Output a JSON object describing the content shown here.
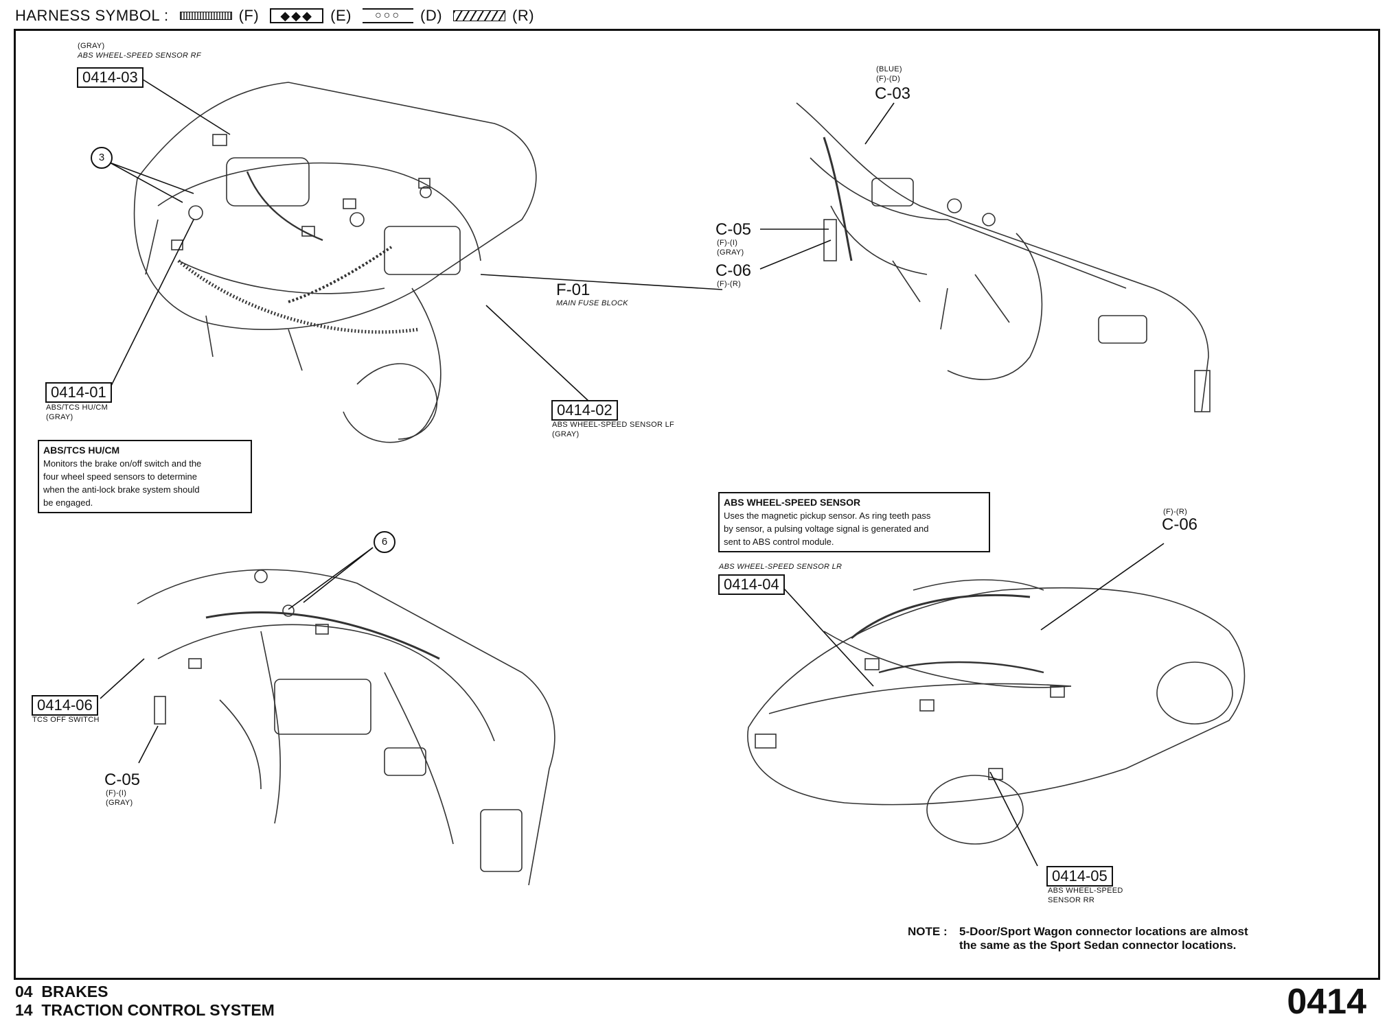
{
  "legend": {
    "title": "HARNESS SYMBOL :",
    "symbols": [
      {
        "glyph": "",
        "code": "(F)"
      },
      {
        "glyph": "◆◆◆",
        "code": "(E)"
      },
      {
        "glyph": "○○○",
        "code": "(D)"
      },
      {
        "glyph": "",
        "code": "(R)"
      }
    ]
  },
  "connectors": {
    "c0414_03": {
      "color": "(GRAY)",
      "desc": "ABS WHEEL-SPEED SENSOR RF",
      "id": "0414-03"
    },
    "callout3": "3",
    "c0414_01": {
      "id": "0414-01",
      "desc": "ABS/TCS HU/CM",
      "color": "(GRAY)"
    },
    "f01": {
      "id": "F-01",
      "desc": "MAIN FUSE BLOCK"
    },
    "c0414_02": {
      "id": "0414-02",
      "desc": "ABS WHEEL-SPEED SENSOR LF",
      "color": "(GRAY)"
    },
    "c03": {
      "color": "(BLUE)",
      "harness": "(F)-(D)",
      "id": "C-03"
    },
    "c05_top": {
      "id": "C-05",
      "harness": "(F)-(I)",
      "color": "(GRAY)"
    },
    "c06_top": {
      "id": "C-06",
      "harness": "(F)-(R)"
    },
    "callout6": "6",
    "c0414_06": {
      "id": "0414-06",
      "desc": "TCS OFF SWITCH"
    },
    "c05_bottom": {
      "id": "C-05",
      "harness": "(F)-(I)",
      "color": "(GRAY)"
    },
    "c06_bottom": {
      "harness": "(F)-(R)",
      "id": "C-06"
    },
    "c0414_04": {
      "desc": "ABS WHEEL-SPEED SENSOR LR",
      "id": "0414-04"
    },
    "c0414_05": {
      "id": "0414-05",
      "desc_line1": "ABS WHEEL-SPEED",
      "desc_line2": "SENSOR RR"
    }
  },
  "info_boxes": {
    "hucm": {
      "heading": "ABS/TCS HU/CM",
      "lines": [
        "Monitors the brake on/off switch and the",
        "four wheel speed sensors to determine",
        "when the anti-lock brake system should",
        "be engaged."
      ]
    },
    "sensor": {
      "heading": "ABS WHEEL-SPEED SENSOR",
      "lines": [
        "Uses the magnetic pickup sensor. As ring teeth pass",
        "by sensor, a pulsing voltage signal is generated and",
        "sent to ABS control module."
      ]
    }
  },
  "note": {
    "label": "NOTE :",
    "line1": "5-Door/Sport Wagon connector locations are almost",
    "line2": "the same as the Sport Sedan connector locations."
  },
  "footer": {
    "line1": "04  BRAKES",
    "line2": "14  TRACTION CONTROL SYSTEM",
    "page": "0414"
  }
}
